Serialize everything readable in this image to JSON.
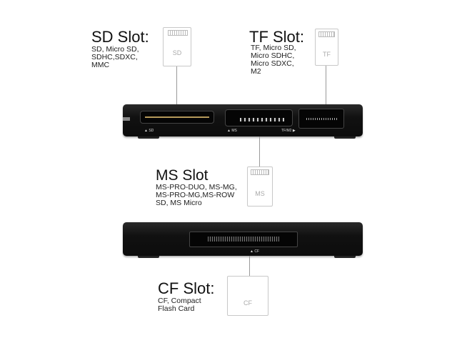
{
  "slots": {
    "sd": {
      "title": "SD Slot:",
      "desc": "SD, Micro SD,\nSDHC,SDXC,\nMMC",
      "card_label": "SD",
      "port_label": "▲ SD"
    },
    "tf": {
      "title": "TF Slot:",
      "desc": "TF, Micro SD,\nMicro SDHC,\nMicro SDXC,\nM2",
      "card_label": "TF",
      "port_label": "TF/M2 ▶"
    },
    "ms": {
      "title": "MS Slot",
      "desc": "MS-PRO-DUO, MS-MG,\nMS-PRO-MG,MS-ROW\nSD, MS Micro",
      "card_label": "MS",
      "port_label": "▲ MS"
    },
    "cf": {
      "title": "CF Slot:",
      "desc": "CF, Compact\nFlash Card",
      "card_label": "CF",
      "port_label": "▲ CF"
    }
  },
  "colors": {
    "device": "#111111",
    "leader_line": "#9a9a9a",
    "card_outline": "#c8c8c8"
  }
}
